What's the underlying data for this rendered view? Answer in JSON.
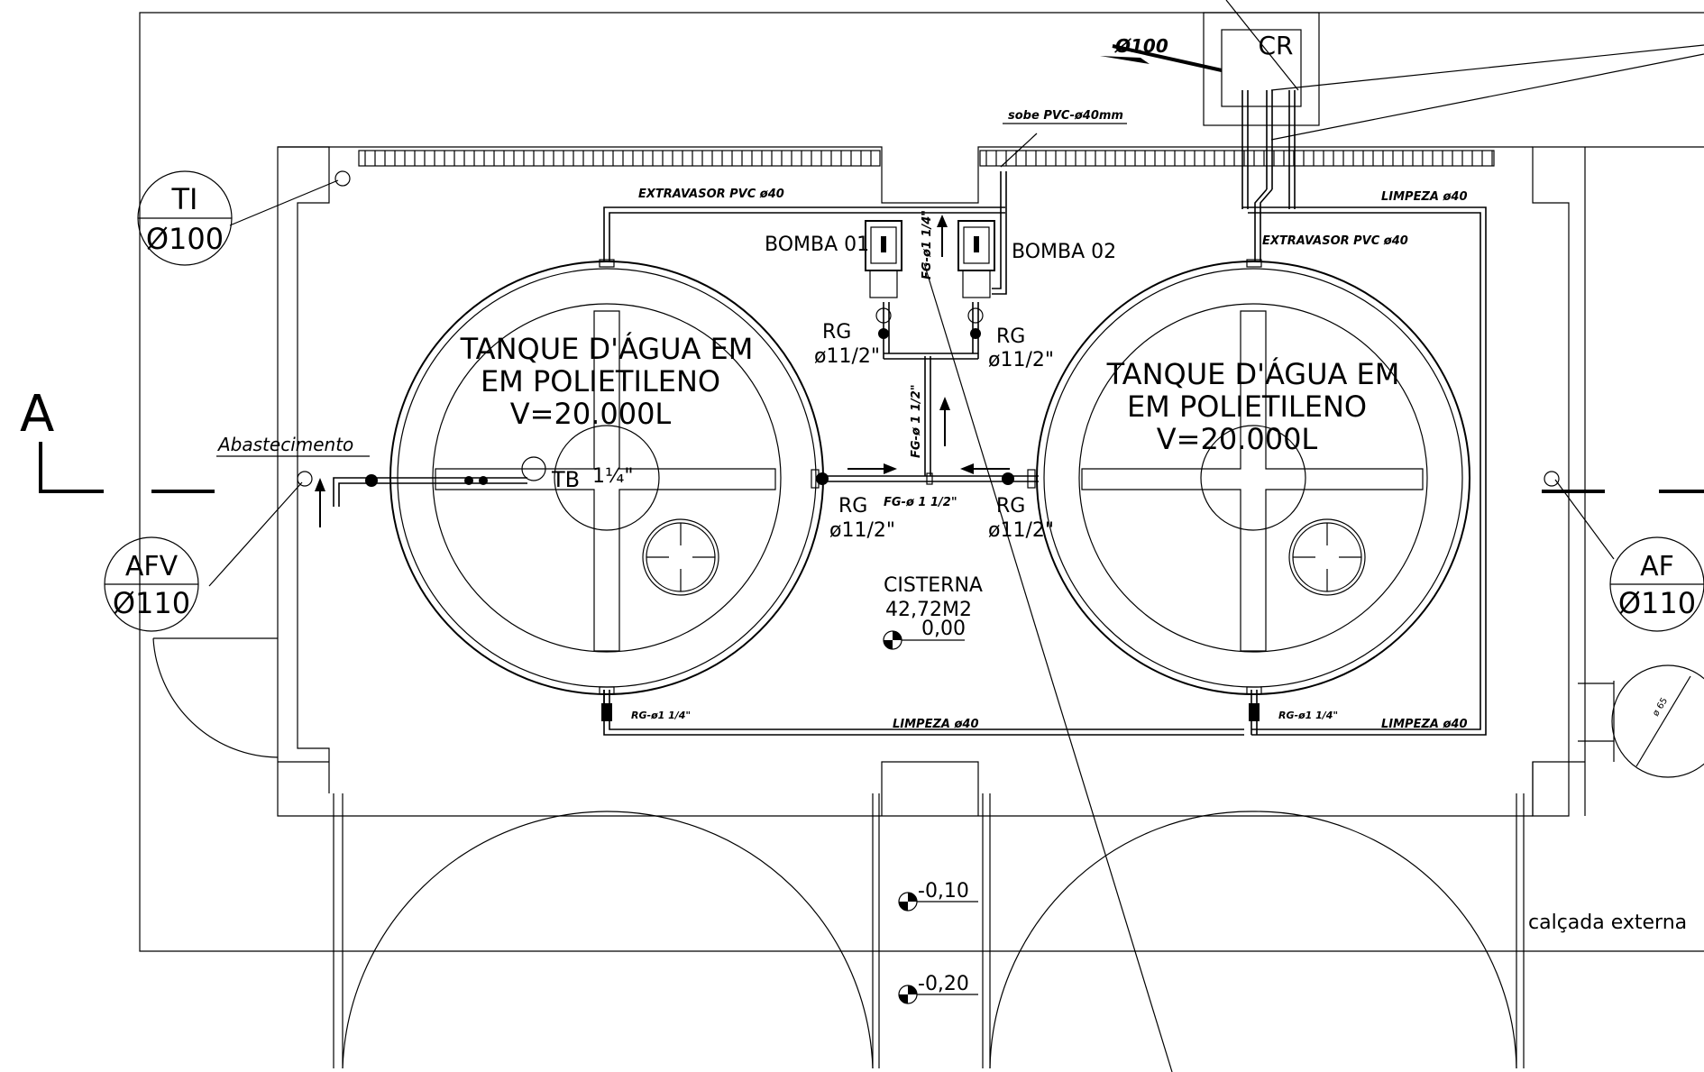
{
  "labels": {
    "ti_tag": "TI",
    "ti_dia": "Ø100",
    "afv_tag": "AFV",
    "afv_dia": "Ø110",
    "af_tag": "AF",
    "af_dia": "Ø110",
    "cr": "CR",
    "cr_dia": "Ø100",
    "sobe": "sobe PVC-ø40mm",
    "extravasor_left": "EXTRAVASOR PVC ø40",
    "extravasor_right": "EXTRAVASOR PVC ø40",
    "limpeza_top_right": "LIMPEZA ø40",
    "limpeza_bottom_center": "LIMPEZA ø40",
    "limpeza_bottom_right": "LIMPEZA ø40",
    "bomba1": "BOMBA 01",
    "bomba2": "BOMBA 02",
    "fg_vertical_top": "FG-ø1 1/4\"",
    "fg_vertical_mid": "FG-ø 1 1/2\"",
    "fg_horizontal": "FG-ø 1 1/2\"",
    "rg": "RG",
    "rg_dia": "ø11/2\"",
    "rg_small_left": "RG-ø1 1/4\"",
    "rg_small_right": "RG-ø1 1/4\"",
    "tank_line1": "TANQUE D'ÁGUA EM",
    "tank_line2": "EM POLIETILENO",
    "tank_line3": "V=20.000L",
    "abastecimento": "Abastecimento",
    "tb": "TB",
    "tb_size": "1¼\"",
    "cisterna": "CISTERNA",
    "area": "42,72M2",
    "level_0": "0,00",
    "level_010": "-0,10",
    "level_020": "-0,20",
    "section_a": "A",
    "calcada": "calçada externa",
    "dia65": "ø 65"
  }
}
